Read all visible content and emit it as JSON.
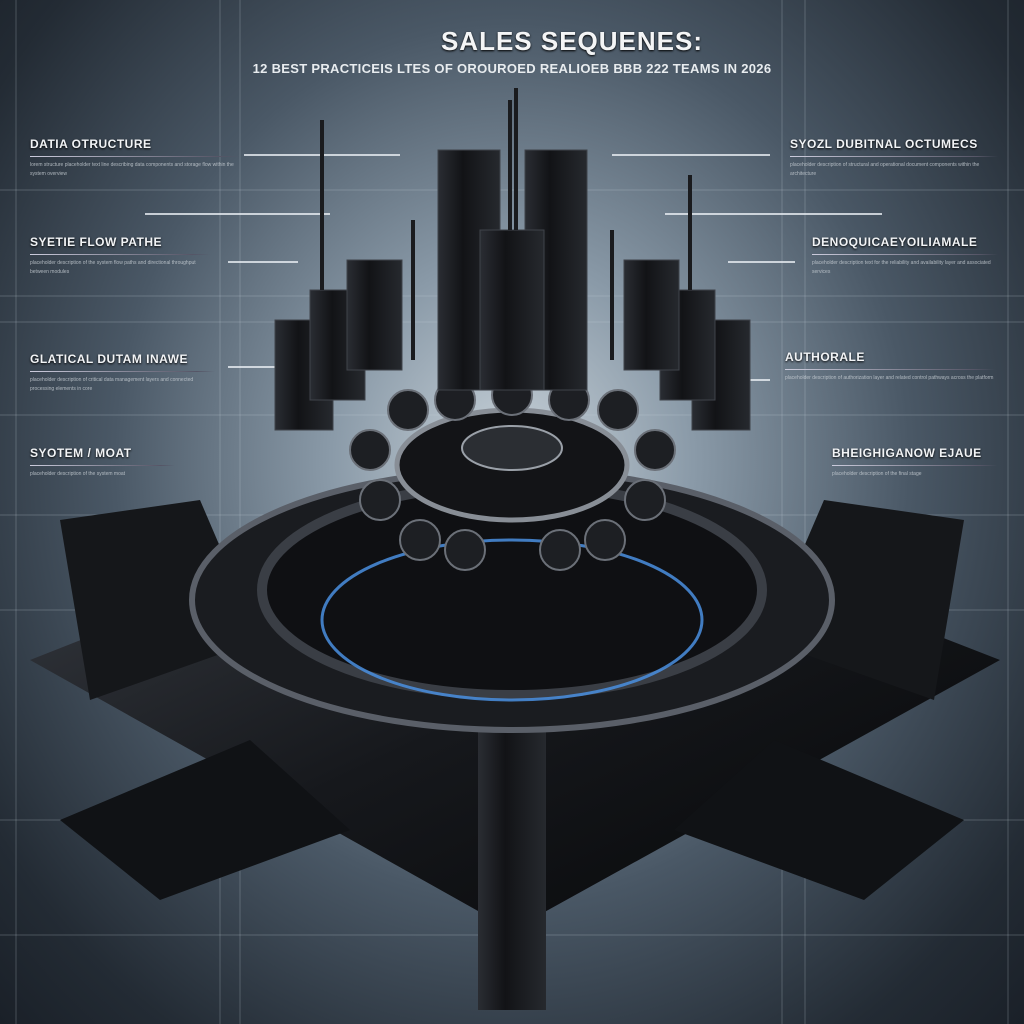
{
  "header": {
    "title": "SALES SEQUENES:",
    "subtitle": "12 BEST PRACTICEIS LTES OF OROUROED REALIOEB BBB  222 TEAMS IN 2026"
  },
  "left_panels": [
    {
      "heading": "DATIA OTRUCTURE",
      "body": "lorem structure placeholder text line describing data components and storage flow within the system overview"
    },
    {
      "heading": "SYETIE FLOW PATHE",
      "body": "placeholder description of the system flow paths and directional throughput between modules"
    },
    {
      "heading": "GLATICAL DUTAM INAWE",
      "body": "placeholder description of critical data management layers and connected processing elements in core"
    },
    {
      "heading": "SYOTEM / MOAT",
      "body": "placeholder description of the system moat"
    }
  ],
  "right_panels": [
    {
      "heading": "SYOZL DUBITNAL OCTUMECS",
      "body": "placeholder description of structural and operational document components within the architecture"
    },
    {
      "heading": "DENOQUICAEYOILIAMALE",
      "body": "placeholder description text for the reliability and availability layer and associated services"
    },
    {
      "heading": "AUTHORALE",
      "body": "placeholder description of authorization layer and related control pathways across the platform"
    },
    {
      "heading": "BHEIGHIGANOW EJAUE",
      "body": "placeholder description of the final stage"
    }
  ],
  "colors": {
    "accent": "#4a8fe0",
    "metal": "#1b1d21",
    "text": "#f2f4f6"
  }
}
